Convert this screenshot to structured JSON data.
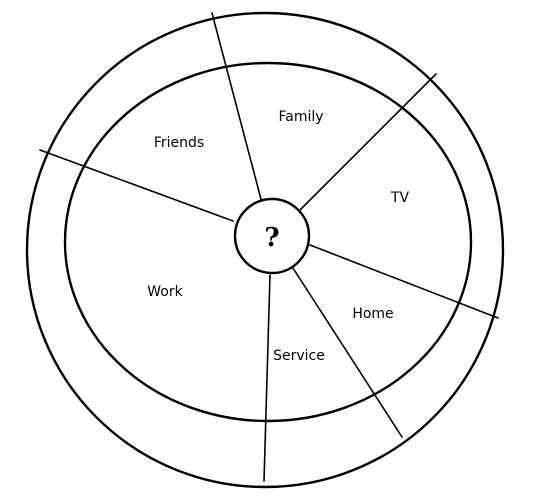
{
  "diagram": {
    "center_label": "?",
    "segments": [
      {
        "label": "Friends"
      },
      {
        "label": "Family"
      },
      {
        "label": "TV"
      },
      {
        "label": "Home"
      },
      {
        "label": "Service"
      },
      {
        "label": "Work"
      }
    ]
  },
  "colors": {
    "line": "#000000",
    "background": "#ffffff"
  }
}
